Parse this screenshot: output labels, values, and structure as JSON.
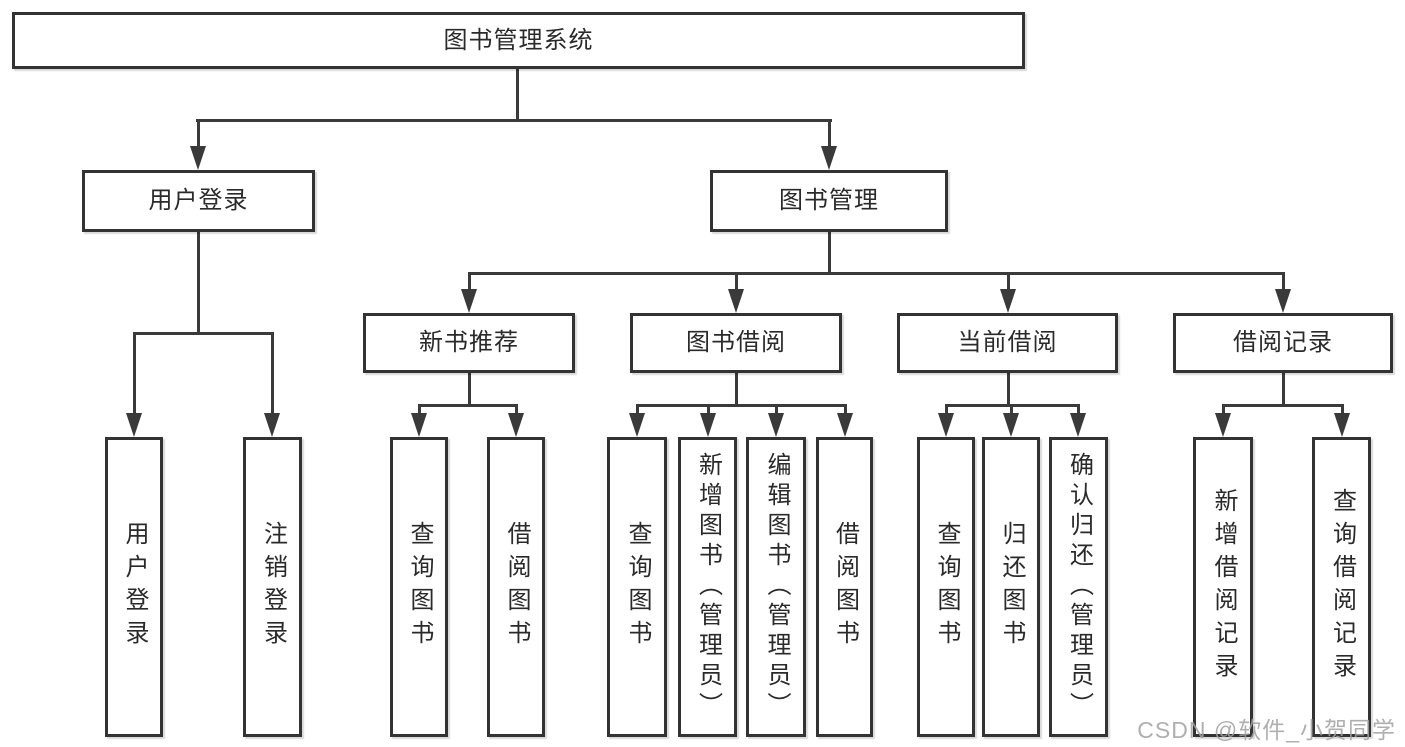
{
  "diagram": {
    "title": "图书管理系统",
    "nodes": {
      "root": "图书管理系统",
      "user_login": "用户登录",
      "book_mgmt": "图书管理",
      "new_book_rec": "新书推荐",
      "book_borrow": "图书借阅",
      "current_borrow": "当前借阅",
      "borrow_records": "借阅记录",
      "login": "用户登录",
      "logout": "注销登录",
      "query_books_rec": "查询图书",
      "borrow_books_rec": "借阅图书",
      "query_books_borrow": "查询图书",
      "add_book_admin": "新增图书（管理员）",
      "edit_book_admin": "编辑图书（管理员）",
      "borrow_books_borrow": "借阅图书",
      "query_books_current": "查询图书",
      "return_book": "归还图书",
      "confirm_return_admin": "确认归还（管理员）",
      "add_borrow_record": "新增借阅记录",
      "query_borrow_record": "查询借阅记录"
    },
    "hierarchy": {
      "label": "图书管理系统",
      "children": [
        {
          "label": "用户登录",
          "children": [
            {
              "label": "用户登录"
            },
            {
              "label": "注销登录"
            }
          ]
        },
        {
          "label": "图书管理",
          "children": [
            {
              "label": "新书推荐",
              "children": [
                {
                  "label": "查询图书"
                },
                {
                  "label": "借阅图书"
                }
              ]
            },
            {
              "label": "图书借阅",
              "children": [
                {
                  "label": "查询图书"
                },
                {
                  "label": "新增图书（管理员）"
                },
                {
                  "label": "编辑图书（管理员）"
                },
                {
                  "label": "借阅图书"
                }
              ]
            },
            {
              "label": "当前借阅",
              "children": [
                {
                  "label": "查询图书"
                },
                {
                  "label": "归还图书"
                },
                {
                  "label": "确认归还（管理员）"
                }
              ]
            },
            {
              "label": "借阅记录",
              "children": [
                {
                  "label": "新增借阅记录"
                },
                {
                  "label": "查询借阅记录"
                }
              ]
            }
          ]
        }
      ]
    },
    "colors": {
      "border": "#333333",
      "text": "#2a2a2a",
      "line": "#3a3a3a",
      "background": "#ffffff",
      "watermark": "#a2a2a2"
    }
  },
  "watermark": "CSDN @软件_小贺同学"
}
